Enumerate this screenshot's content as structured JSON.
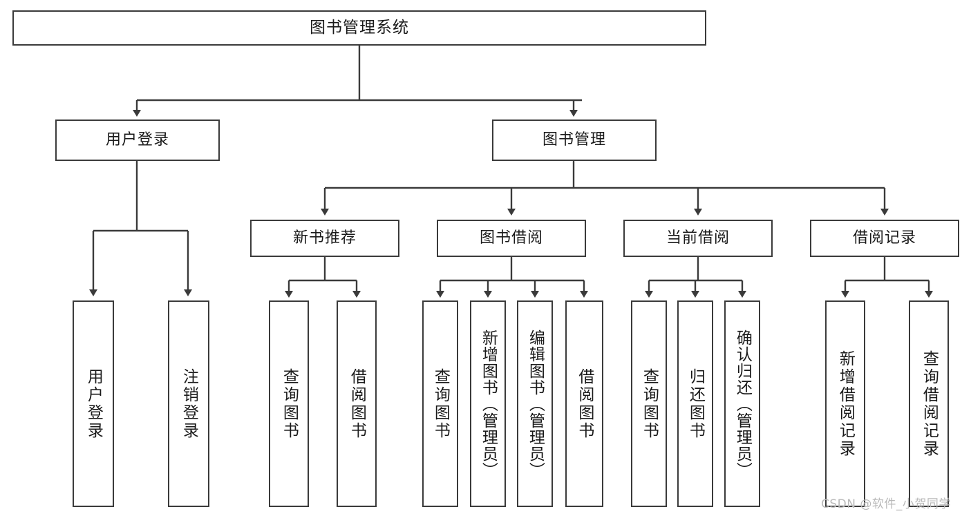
{
  "diagram": {
    "type": "tree-hierarchy",
    "title": "图书管理系统",
    "root": {
      "label": "图书管理系统",
      "children": [
        {
          "label": "用户登录",
          "children": [
            {
              "label": "用户登录"
            },
            {
              "label": "注销登录"
            }
          ]
        },
        {
          "label": "图书管理",
          "children": [
            {
              "label": "新书推荐",
              "children": [
                {
                  "label": "查询图书"
                },
                {
                  "label": "借阅图书"
                }
              ]
            },
            {
              "label": "图书借阅",
              "children": [
                {
                  "label": "查询图书"
                },
                {
                  "label": "新增图书（管理员）"
                },
                {
                  "label": "编辑图书（管理员）"
                },
                {
                  "label": "借阅图书"
                }
              ]
            },
            {
              "label": "当前借阅",
              "children": [
                {
                  "label": "查询图书"
                },
                {
                  "label": "归还图书"
                },
                {
                  "label": "确认归还（管理员）"
                }
              ]
            },
            {
              "label": "借阅记录",
              "children": [
                {
                  "label": "新增借阅记录"
                },
                {
                  "label": "查询借阅记录"
                }
              ]
            }
          ]
        }
      ]
    }
  },
  "nodes": {
    "root": "图书管理系统",
    "l2_user_login": "用户登录",
    "l2_book_manage": "图书管理",
    "l3_new_book_rec": "新书推荐",
    "l3_book_borrow": "图书借阅",
    "l3_current_borrow": "当前借阅",
    "l3_borrow_record": "借阅记录",
    "leaf_user_login": "用户登录",
    "leaf_logout": "注销登录",
    "leaf_rec_query_book": "查询图书",
    "leaf_rec_borrow_book": "借阅图书",
    "leaf_borrow_query_book": "查询图书",
    "leaf_add_book_admin": "新增图书（管理员）",
    "leaf_edit_book_admin": "编辑图书（管理员）",
    "leaf_borrow_borrow_book": "借阅图书",
    "leaf_cur_query_book": "查询图书",
    "leaf_return_book": "归还图书",
    "leaf_confirm_return_admin": "确认归还（管理员）",
    "leaf_add_borrow_record": "新增借阅记录",
    "leaf_query_borrow_record": "查询借阅记录"
  },
  "watermark": {
    "text": "CSDN @软件_小贺同学"
  },
  "colors": {
    "border": "#3a3a3a",
    "text": "#1a1a1a",
    "background": "#ffffff",
    "watermark": "#b9b9b9"
  }
}
